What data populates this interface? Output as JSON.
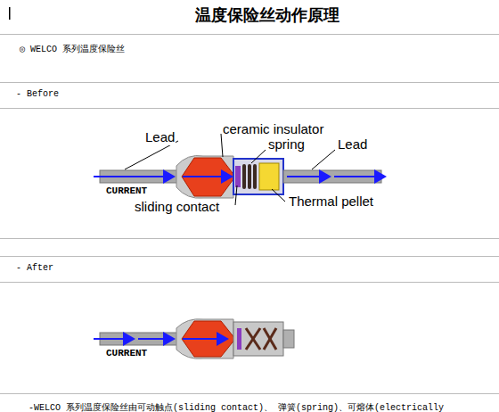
{
  "diagram": {
    "title": "温度保险丝动作原理",
    "labels": [
      "◎ WELCO 系列温度保险丝",
      "- Before",
      "Lead",
      "ceramic insulator",
      "spring",
      "Lead",
      "CURRENT",
      "sliding contact",
      "Thermal pellet",
      "- After",
      "CURRENT",
      "-WELCO 系列温度保险丝由可动触点(sliding contact)、 弹簧(spring)、可熔体(electrically"
    ]
  }
}
